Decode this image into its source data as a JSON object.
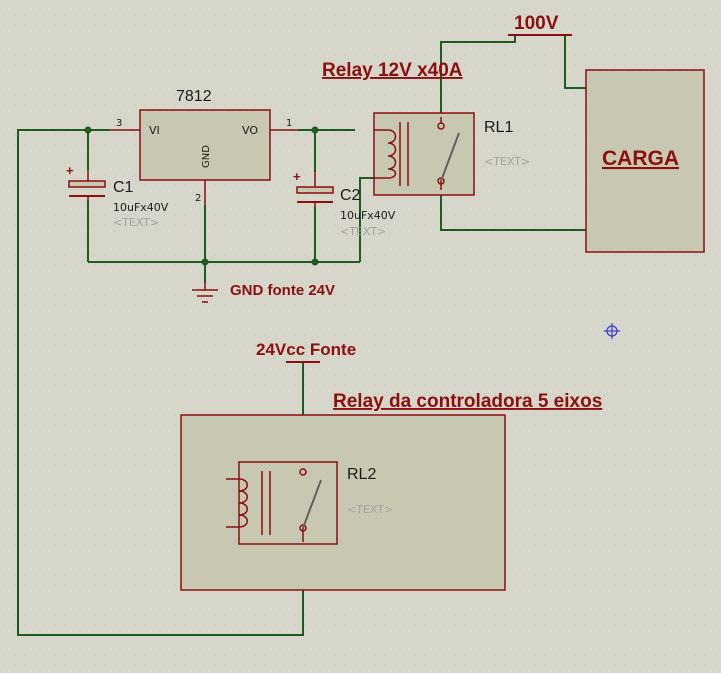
{
  "components": {
    "regulator": {
      "name": "7812",
      "pin_vi": "VI",
      "pin_vo": "VO",
      "pin_gnd": "GND",
      "pin3": "3",
      "pin1": "1",
      "pin2": "2"
    },
    "c1": {
      "ref": "C1",
      "value": "10uFx40V",
      "text": "<TEXT>"
    },
    "c2": {
      "ref": "C2",
      "value": "10uFx40V",
      "text": "<TEXT>"
    },
    "rl1": {
      "ref": "RL1",
      "text": "<TEXT>"
    },
    "rl2": {
      "ref": "RL2",
      "text": "<TEXT>"
    },
    "carga": {
      "label": "CARGA"
    }
  },
  "labels": {
    "v100": "100V",
    "relay_title": "Relay 12V x40A",
    "gnd": "GND fonte 24V",
    "vcc": "24Vcc Fonte",
    "controller": "Relay da controladora 5 eixos"
  },
  "colors": {
    "wire": "#1f5a1f",
    "component_line": "#8b0f0f",
    "component_fill": "#c8c8b2",
    "label_red": "#8b0f0f"
  }
}
